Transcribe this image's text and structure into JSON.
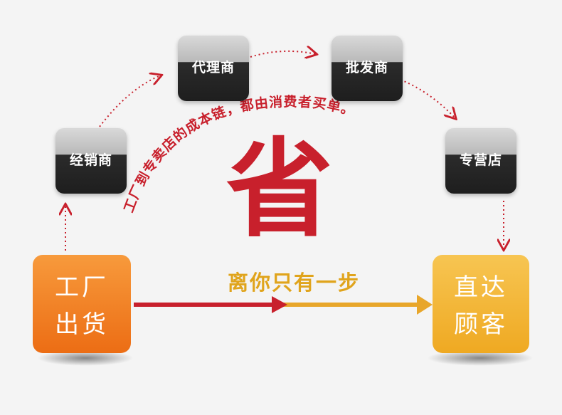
{
  "nodes": [
    {
      "id": "jingxiao",
      "label": "经销商"
    },
    {
      "id": "daili",
      "label": "代理商"
    },
    {
      "id": "pifa",
      "label": "批发商"
    },
    {
      "id": "zhuanying",
      "label": "专营店"
    }
  ],
  "source": {
    "line1": "工厂",
    "line2": "出货"
  },
  "target": {
    "line1": "直达",
    "line2": "顾客"
  },
  "arc_caption": "工厂到专卖店的成本链，都由消费者买单。",
  "big_char": "省",
  "slogan": "离你只有一步",
  "colors": {
    "accent_red": "#c8202c",
    "source_orange": "#f07a1e",
    "target_gold": "#f2b533",
    "slogan_gold": "#e0a41c",
    "node_dark": "#222222"
  }
}
